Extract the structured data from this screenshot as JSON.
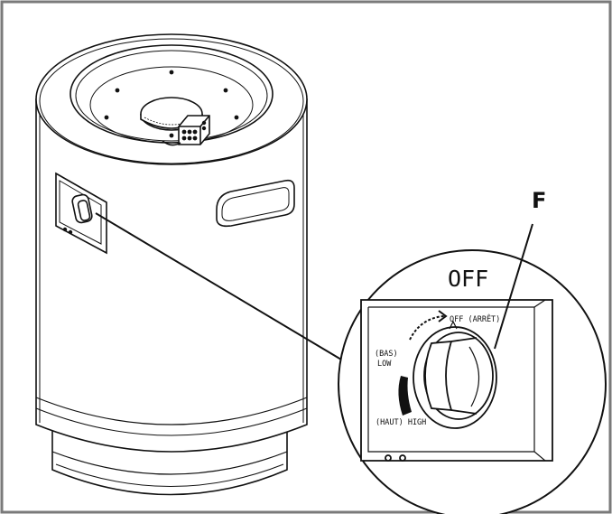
{
  "diagram": {
    "callout_label": "F",
    "detail_state_label": "OFF",
    "dial_labels": {
      "off": "OFF (ARRÊT)",
      "low_fr": "(BAS)",
      "low": "LOW",
      "high": "(HAUT) HIGH"
    },
    "colors": {
      "frame": "#7a7a7a",
      "line": "#111111",
      "fill": "#ffffff"
    }
  }
}
